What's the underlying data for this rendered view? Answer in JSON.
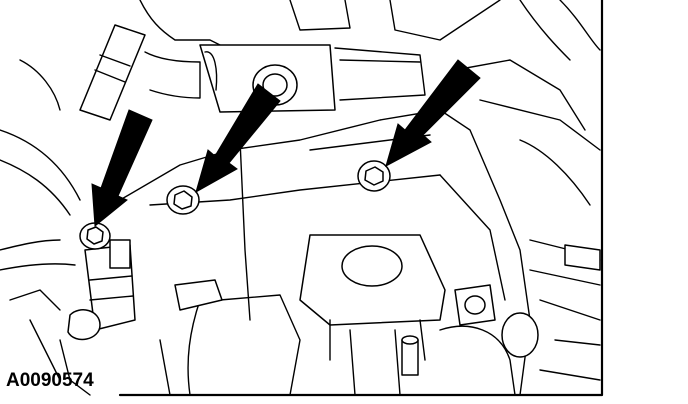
{
  "figure": {
    "id_label": "A0090574",
    "fill_color": "#000000",
    "background_color": "#ffffff"
  },
  "callouts": [
    {
      "name": "left-bolt-arrow"
    },
    {
      "name": "middle-bolt-arrow"
    },
    {
      "name": "right-bolt-arrow"
    }
  ],
  "bolts": [
    {
      "name": "left-bolt"
    },
    {
      "name": "middle-bolt"
    },
    {
      "name": "right-bolt"
    }
  ]
}
